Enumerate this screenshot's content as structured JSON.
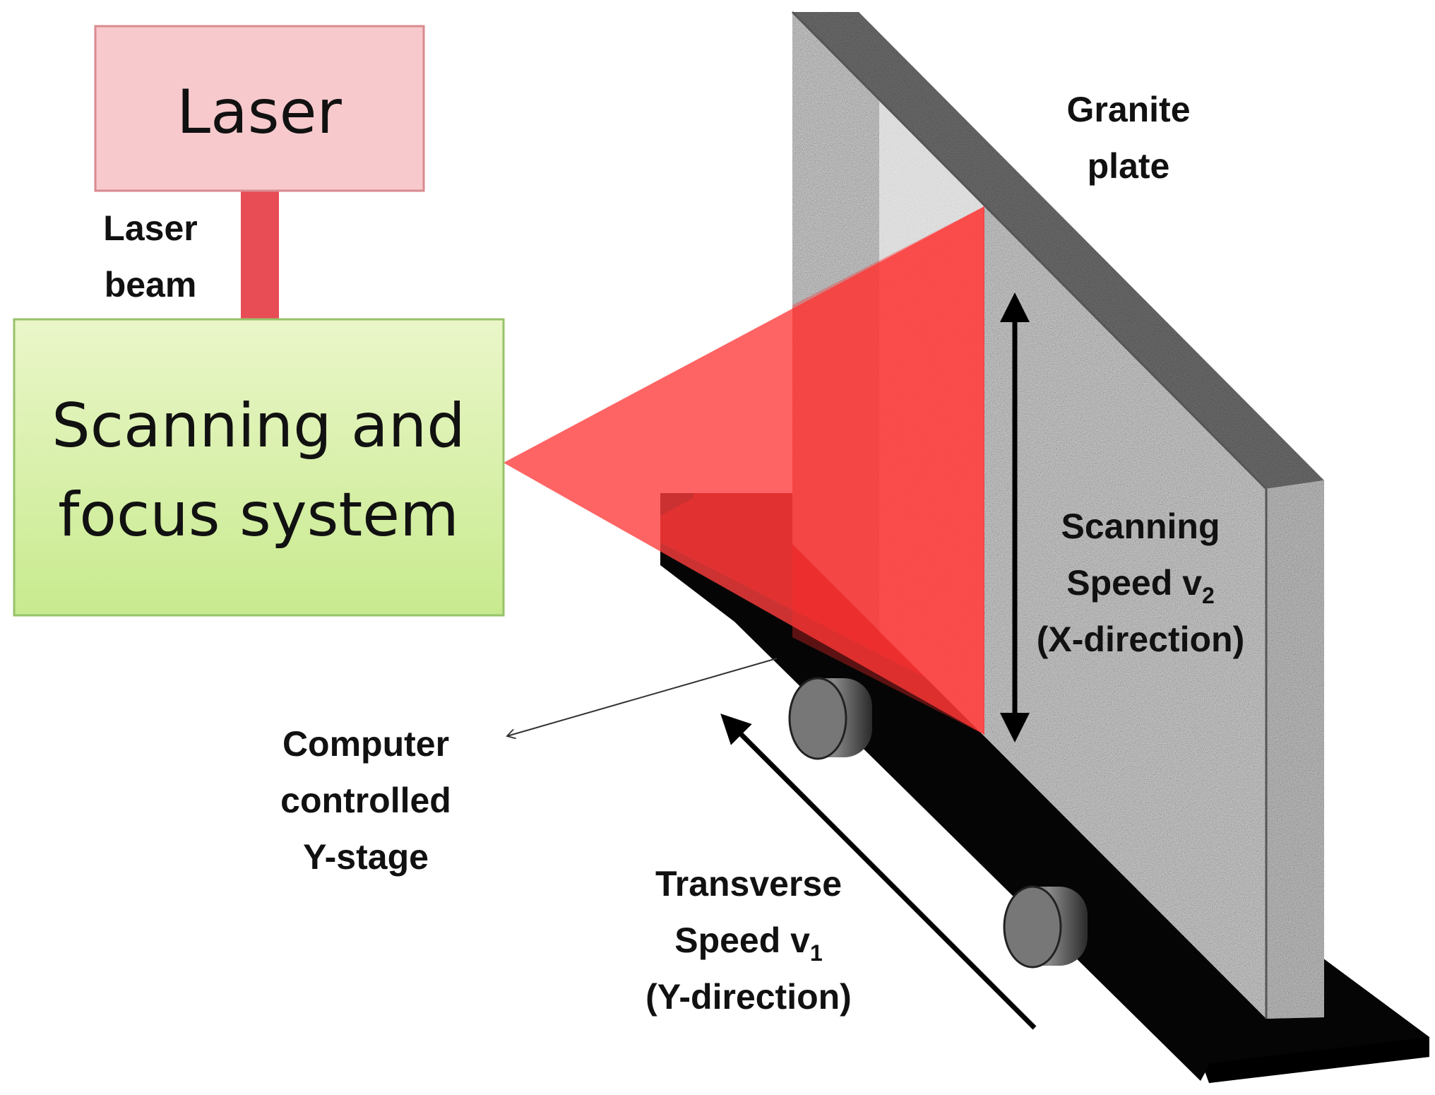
{
  "laser_box": {
    "label": "Laser"
  },
  "laser_beam_label": {
    "line1": "Laser",
    "line2": "beam"
  },
  "scan_box": {
    "line1": "Scanning and",
    "line2": "focus system"
  },
  "granite_label": {
    "line1": "Granite",
    "line2": "plate"
  },
  "scanning_speed_label": {
    "line1": "Scanning",
    "line2_main": "Speed v",
    "line2_sub": "2",
    "line3": "(X-direction)"
  },
  "transverse_speed_label": {
    "line1": "Transverse",
    "line2_main": "Speed v",
    "line2_sub": "1",
    "line3": "(Y-direction)"
  },
  "ystage_label": {
    "line1": "Computer",
    "line2": "controlled",
    "line3": "Y-stage"
  },
  "colors": {
    "laser_box_fill": "#f7c9cc",
    "laser_box_stroke": "#d98a8f",
    "beam": "#e84c55",
    "scan_box_fill_top": "#eaf6c9",
    "scan_box_fill_bottom": "#c8ea8e",
    "scan_box_stroke": "#97c26a",
    "laser_sheet": "#ff3d3d",
    "stage": "#000000",
    "granite_face": "#c9c9c9",
    "granite_edge": "#6d6d6d"
  }
}
